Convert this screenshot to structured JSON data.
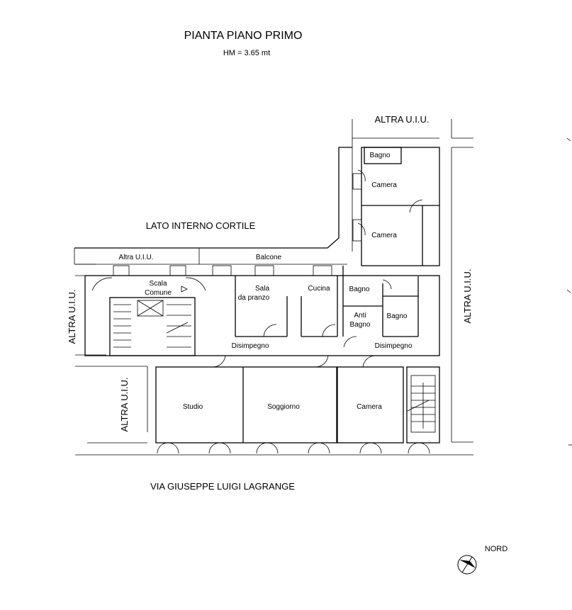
{
  "title": "PIANTA PIANO  PRIMO",
  "subtitle": "HM = 3.65 mt",
  "street": "VIA GIUSEPPE LUIGI LAGRANGE",
  "courtyard": "LATO INTERNO CORTILE",
  "north_label": "NORD",
  "neighbors": {
    "top": "ALTRA U.I.U.",
    "left": "ALTRA U.I.U.",
    "left_lower": "ALTRA U.I.U.",
    "right": "ALTRA U.I.U.",
    "top_small": "Altra U.I.U."
  },
  "rooms": {
    "bagno_top": "Bagno",
    "camera_top": "Camera",
    "camera_mid": "Camera",
    "balcone": "Balcone",
    "scala_1": "Scala",
    "scala_2": "Comune",
    "sala_1": "Sala",
    "sala_2": "da pranzo",
    "cucina": "Cucina",
    "bagno_mid": "Bagno",
    "anti_1": "Anti",
    "anti_2": "Bagno",
    "bagno_right": "Bagno",
    "disimpegno_left": "Disimpegno",
    "disimpegno_right": "Disimpegno",
    "studio": "Studio",
    "soggiorno": "Soggiorno",
    "camera_bottom": "Camera"
  }
}
